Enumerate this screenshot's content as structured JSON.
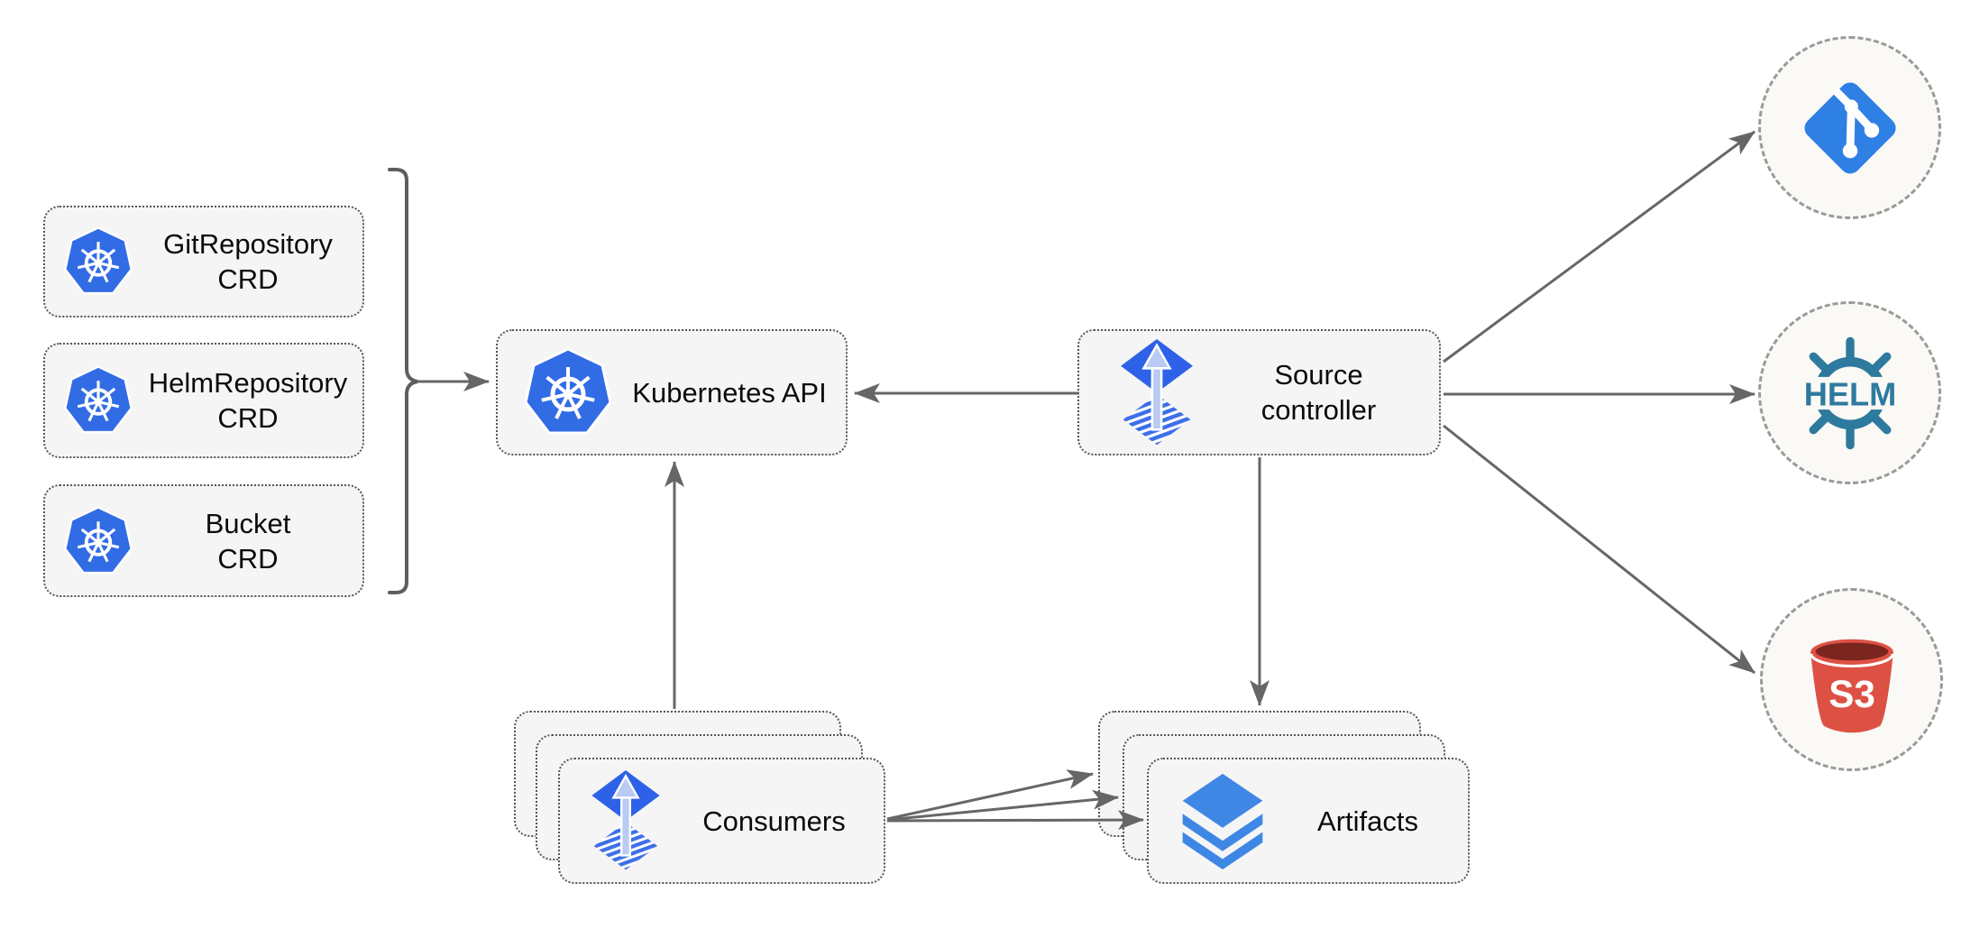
{
  "diagram": {
    "crd_boxes": [
      {
        "line1": "GitRepository",
        "line2": "CRD"
      },
      {
        "line1": "HelmRepository",
        "line2": "CRD"
      },
      {
        "line1": "Bucket",
        "line2": "CRD"
      }
    ],
    "kubernetes_api": {
      "label": "Kubernetes API"
    },
    "source_controller": {
      "line1": "Source",
      "line2": "controller"
    },
    "consumers": {
      "label": "Consumers"
    },
    "artifacts": {
      "label": "Artifacts"
    },
    "external_sources": {
      "git": {
        "icon": "git-icon"
      },
      "helm": {
        "icon": "helm-icon",
        "text": "HELM"
      },
      "s3": {
        "icon": "s3-bucket-icon",
        "text": "S3"
      }
    },
    "colors": {
      "kubernetes_blue": "#326CE5",
      "flux_blue": "#2D62E8",
      "flux_arrow_light": "#B9CBF3",
      "layers_blue": "#3F87E5",
      "helm_teal": "#2E7A9E",
      "s3_red": "#DD5144",
      "s3_dark_red": "#7A251D",
      "git_blue": "#2F80E5",
      "arrow_gray": "#666666",
      "box_fill": "#F5F5F5",
      "circle_fill": "#FAF9F5"
    }
  }
}
